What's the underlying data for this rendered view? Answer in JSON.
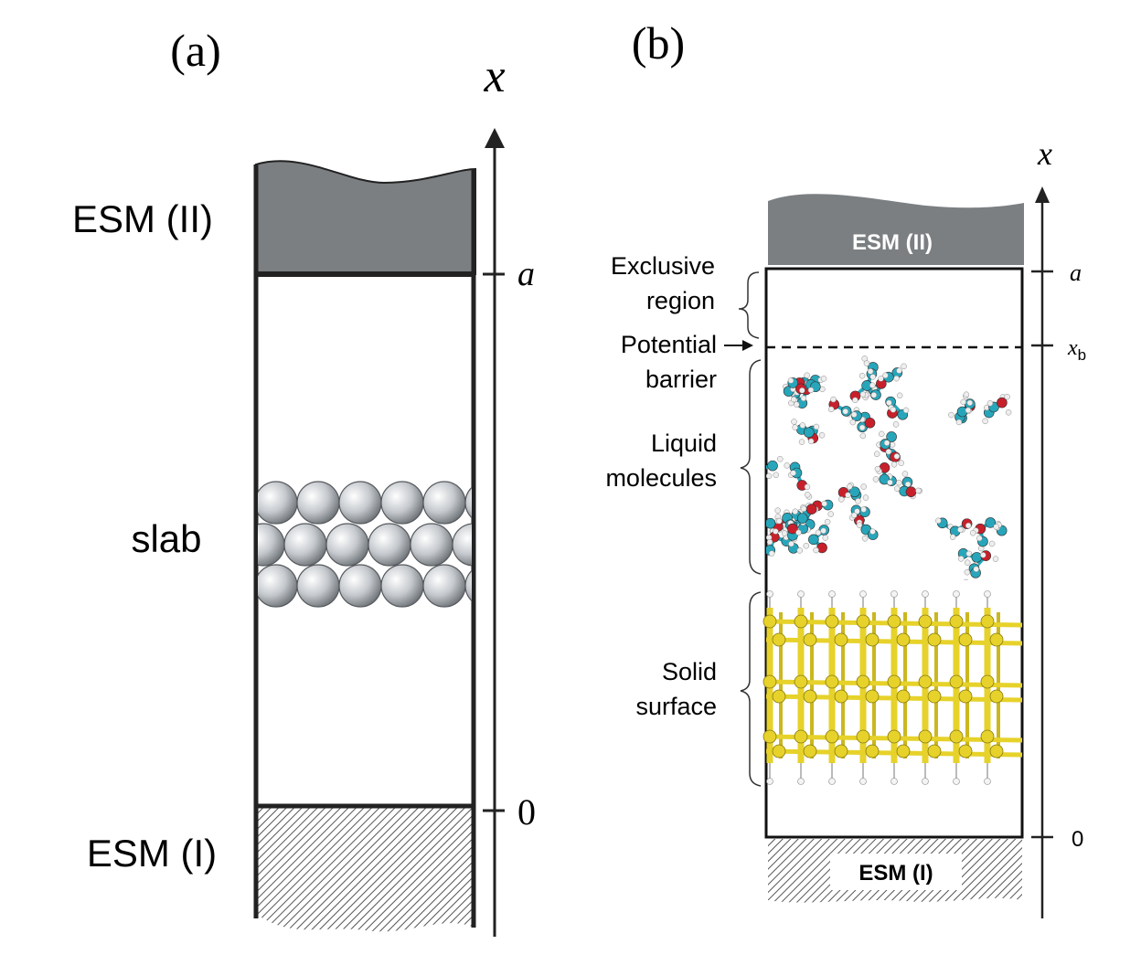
{
  "panel_a": {
    "label": "(a)",
    "axis_label": "x",
    "tick_a": "a",
    "tick_0": "0",
    "esm_top": "ESM (II)",
    "slab": "slab",
    "esm_bottom": "ESM (I)"
  },
  "panel_b": {
    "label": "(b)",
    "axis_label": "x",
    "tick_a": "a",
    "tick_xb_main": "x",
    "tick_xb_sub": "b",
    "tick_0": "0",
    "esm_top": "ESM (II)",
    "esm_bottom": "ESM (I)",
    "exclusive_line1": "Exclusive",
    "exclusive_line2": "region",
    "potential_line1": "Potential",
    "potential_line2": "barrier",
    "liquid_line1": "Liquid",
    "liquid_line2": "molecules",
    "solid_line1": "Solid",
    "solid_line2": "surface"
  },
  "colors": {
    "esm_top_fill": "#7b7f82",
    "sphere": "#b9bdc2",
    "carbon": "#27a6bb",
    "oxygen": "#c8202b",
    "hydrogen": "#eeeeee",
    "solid": "#e6d22a"
  }
}
